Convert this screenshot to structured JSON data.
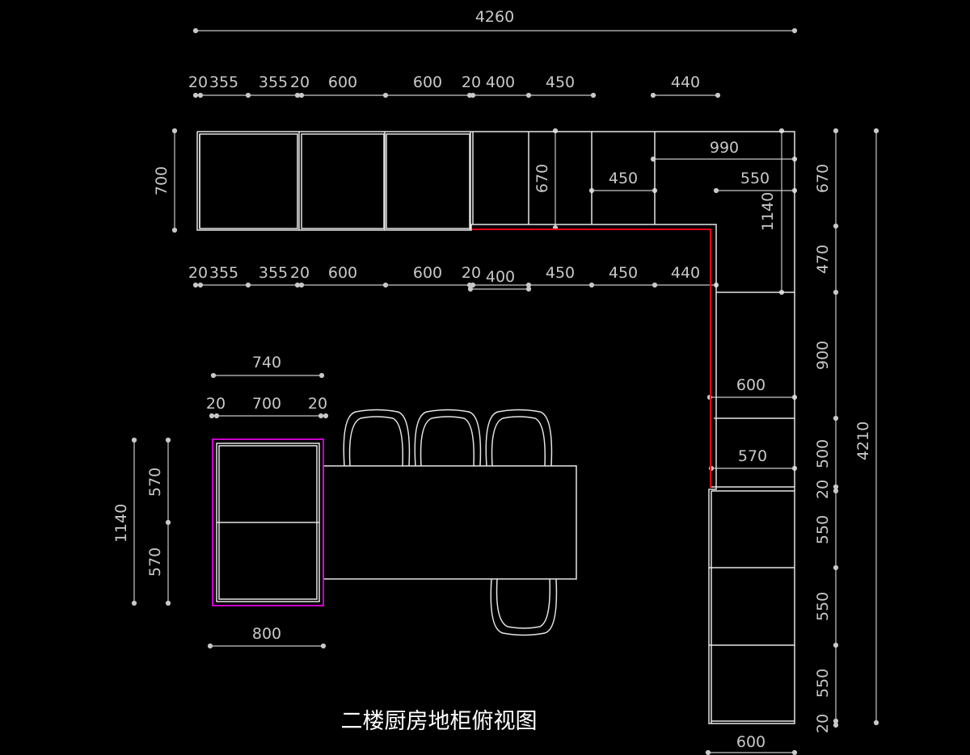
{
  "title": "二楼厨房地柜俯视图",
  "colors": {
    "background": "#000000",
    "line": "#e6e6e6",
    "dimension": "#c8c8c8",
    "wall_edge": "#e60012",
    "island": "#e000e0"
  },
  "dims": {
    "overall_width": "4260",
    "overall_height": "4210",
    "top_row": {
      "d1": "20",
      "d2": "355",
      "d3": "355",
      "d4": "20",
      "d5": "600",
      "d6": "600",
      "d7": "20",
      "d8": "400",
      "d9": "450",
      "d10": "440"
    },
    "mid_row": {
      "d1": "20",
      "d2": "355",
      "d3": "355",
      "d4": "20",
      "d5": "600",
      "d6": "600",
      "d7": "20",
      "d8": "400",
      "d9": "450",
      "d10": "450",
      "d11": "440"
    },
    "upper_depth": "700",
    "tall_depth": "670",
    "corner_990": "990",
    "inner_450": "450",
    "inner_550": "550",
    "corner_1140": "1140",
    "right_col": {
      "r1": "670",
      "r2": "470",
      "r3": "900",
      "r4": "500",
      "r5": "20",
      "r6": "550",
      "r7": "550",
      "r8": "550",
      "r9": "20"
    },
    "right_600": "600",
    "right_570": "570",
    "bottom_600": "600",
    "island": {
      "w740": "740",
      "w20a": "20",
      "w700": "700",
      "w20b": "20",
      "h1140": "1140",
      "h570a": "570",
      "h570b": "570",
      "w800": "800"
    }
  }
}
